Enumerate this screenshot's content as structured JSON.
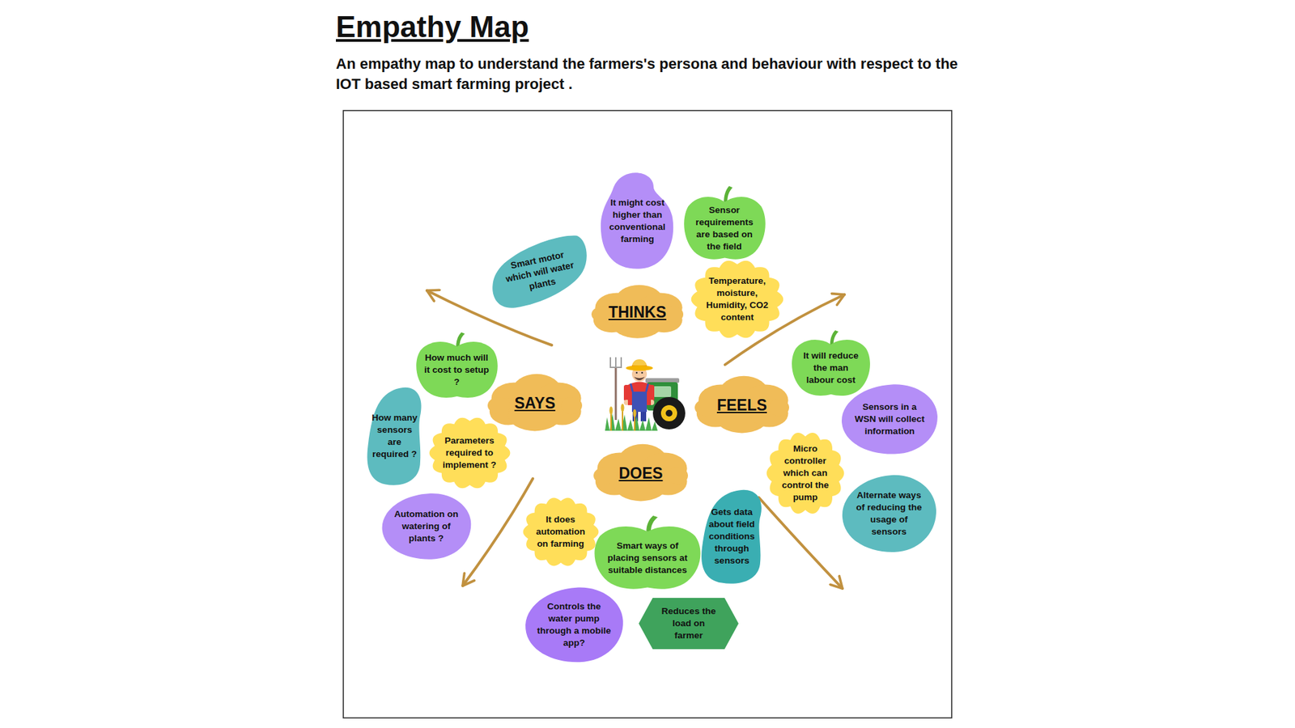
{
  "diagram": {
    "title": "Empathy Map",
    "caption": "An empathy map to understand the farmers's persona and behaviour with respect to the IOT based smart farming project .",
    "nodes": [
      {
        "text": [
          "It might cost higher than conventional farming"
        ]
      },
      {
        "text": [
          "Sensor requirements are based on the field"
        ]
      },
      {
        "text": [
          "Smart motor which will water plants"
        ]
      },
      {
        "text": [
          "Temperature, moisture, Humidity, CO2 content"
        ]
      },
      {
        "text": [
          "THINKS"
        ]
      },
      {
        "text": [
          "How much will it cost to setup ?"
        ]
      },
      {
        "text": [
          "It will reduce the man labour cost"
        ]
      },
      {
        "text": [
          "SAYS"
        ]
      },
      {
        "text": [
          "FEELS"
        ]
      },
      {
        "text": [
          "How many sensors are required ?"
        ]
      },
      {
        "text": [
          "Sensors in a WSN will collect information"
        ]
      },
      {
        "text": [
          "Parameters required to implement ?"
        ]
      },
      {
        "text": [
          "Micro controller which can control the pump"
        ]
      },
      {
        "text": [
          "DOES"
        ]
      },
      {
        "text": [
          "Automation on watering of plants ?"
        ]
      },
      {
        "text": [
          "Alternate ways of reducing the usage of sensors"
        ]
      },
      {
        "text": [
          "It does automation on farming"
        ]
      },
      {
        "text": [
          "Smart ways of placing sensors at suitable distances"
        ]
      },
      {
        "text": [
          "Gets data about field conditions through sensors"
        ]
      },
      {
        "text": [
          "Controls the water pump through a mobile app?"
        ]
      },
      {
        "text": [
          "Reduces the load on farmer"
        ]
      }
    ]
  }
}
